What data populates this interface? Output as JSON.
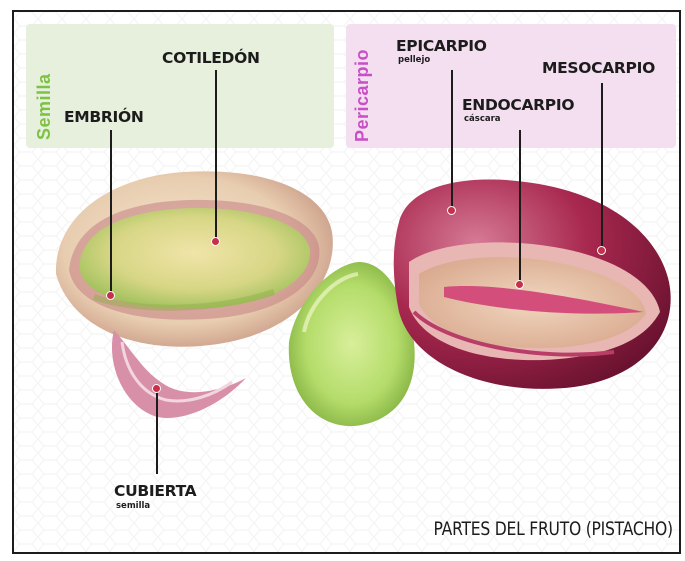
{
  "panels": {
    "semilla": "Semilla",
    "pericarpio": "Pericarpio"
  },
  "labels": {
    "cotiledon": "COTILEDÓN",
    "embrion": "EMBRIÓN",
    "epicarpio": "EPICARPIO",
    "epicarpio_sub": "pellejo",
    "mesocarpio": "MESOCARPIO",
    "endocarpio": "ENDOCARPIO",
    "endocarpio_sub": "cáscara",
    "cubierta": "CUBIERTA",
    "cubierta_sub": "semilla"
  },
  "title": "PARTES DEL FRUTO (PISTACHO)",
  "colors": {
    "semilla": "#7dc242",
    "pericarpio": "#c84fc6",
    "marker": "#c5304a"
  }
}
